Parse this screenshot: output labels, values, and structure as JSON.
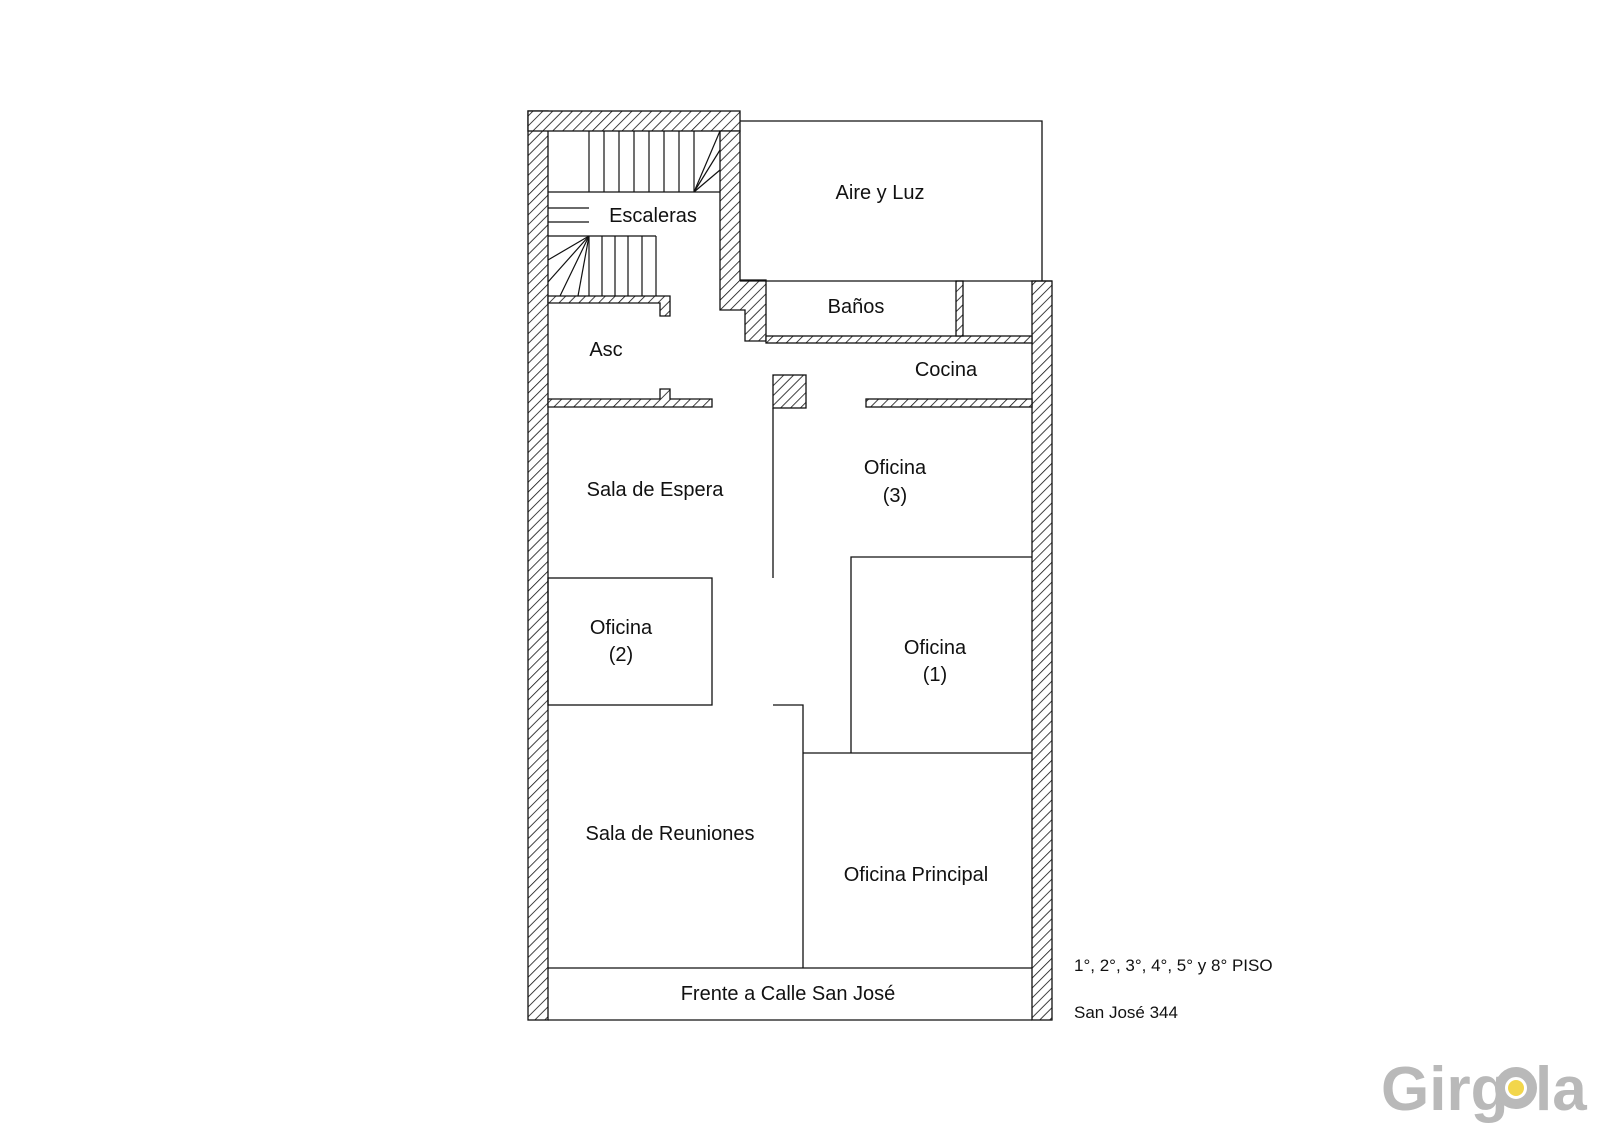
{
  "rooms": {
    "escaleras": "Escaleras",
    "aire_y_luz": "Aire y Luz",
    "banos": "Baños",
    "asc": "Asc",
    "cocina": "Cocina",
    "sala_de_espera": "Sala de Espera",
    "oficina_3_line1": "Oficina",
    "oficina_3_line2": "(3)",
    "oficina_2_line1": "Oficina",
    "oficina_2_line2": "(2)",
    "oficina_1_line1": "Oficina",
    "oficina_1_line2": "(1)",
    "sala_de_reuniones": "Sala de Reuniones",
    "oficina_principal": "Oficina Principal",
    "frente": "Frente a Calle San José"
  },
  "notes": {
    "floors": "1°, 2°, 3°, 4°, 5° y 8° PISO",
    "address": "San José 344"
  },
  "logo": {
    "text_before": "Girg",
    "text_after": "la",
    "text_color": "#b9b9b9",
    "dot_color": "#f2d64b"
  }
}
